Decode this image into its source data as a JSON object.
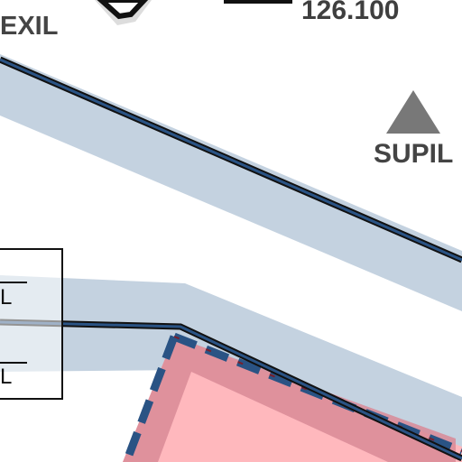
{
  "map": {
    "waypoints": [
      {
        "id": "exil",
        "name": "EXIL",
        "symbol": "waypoint-marker-icon"
      },
      {
        "id": "supil",
        "name": "SUPIL",
        "symbol": "triangle-waypoint-icon"
      }
    ],
    "frequency": "126.100",
    "airway_box": {
      "labels": [
        "L",
        "L"
      ]
    },
    "colors": {
      "airway_band": "#c4d2e0",
      "airway_line": "#2a5384",
      "restricted_fill": "#ffb8bd",
      "restricted_border": "#2a5384",
      "waypoint_triangle": "#787878",
      "label_text": "#444444"
    }
  }
}
